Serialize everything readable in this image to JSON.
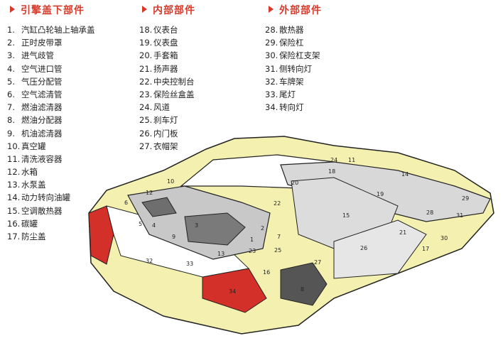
{
  "sections": {
    "engine": {
      "title": "引擎盖下部件",
      "items": [
        {
          "num": "1.",
          "label": "汽缸凸轮轴上轴承盖"
        },
        {
          "num": "2.",
          "label": "正时皮带罩"
        },
        {
          "num": "3.",
          "label": "进气歧管"
        },
        {
          "num": "4.",
          "label": "空气进口管"
        },
        {
          "num": "5.",
          "label": "气压分配管"
        },
        {
          "num": "6.",
          "label": "空气滤清管"
        },
        {
          "num": "7.",
          "label": "燃油滤清器"
        },
        {
          "num": "8.",
          "label": "燃油分配器"
        },
        {
          "num": "9.",
          "label": "机油滤清器"
        },
        {
          "num": "10.",
          "label": "真空罐"
        },
        {
          "num": "11.",
          "label": "清洗液容器"
        },
        {
          "num": "12.",
          "label": "水箱"
        },
        {
          "num": "13.",
          "label": "水泵盖"
        },
        {
          "num": "14.",
          "label": "动力转向油罐"
        },
        {
          "num": "15.",
          "label": "空调散热器"
        },
        {
          "num": "16.",
          "label": "碳罐"
        },
        {
          "num": "17.",
          "label": "防尘盖"
        }
      ]
    },
    "interior": {
      "title": "内部部件",
      "items": [
        {
          "num": "18.",
          "label": "仪表台"
        },
        {
          "num": "19.",
          "label": "仪表盘"
        },
        {
          "num": "20.",
          "label": "手套箱"
        },
        {
          "num": "21.",
          "label": "扬声器"
        },
        {
          "num": "22.",
          "label": "中央控制台"
        },
        {
          "num": "23.",
          "label": "保险丝盒盖"
        },
        {
          "num": "24.",
          "label": "风道"
        },
        {
          "num": "25.",
          "label": "刹车灯"
        },
        {
          "num": "26.",
          "label": "内门板"
        },
        {
          "num": "27.",
          "label": "衣帽架"
        }
      ]
    },
    "exterior": {
      "title": "外部部件",
      "items": [
        {
          "num": "28.",
          "label": "散热器"
        },
        {
          "num": "29.",
          "label": "保险杠"
        },
        {
          "num": "30.",
          "label": "保险杠支架"
        },
        {
          "num": "31.",
          "label": "侧转向灯"
        },
        {
          "num": "32.",
          "label": "车牌架"
        },
        {
          "num": "33.",
          "label": "尾灯"
        },
        {
          "num": "34.",
          "label": "转向灯"
        }
      ]
    }
  },
  "callouts": [
    "24",
    "11",
    "18",
    "14",
    "10",
    "12",
    "20",
    "6",
    "22",
    "19",
    "29",
    "5",
    "15",
    "28",
    "31",
    "4",
    "9",
    "3",
    "2",
    "1",
    "7",
    "30",
    "21",
    "17",
    "26",
    "13",
    "23",
    "25",
    "16",
    "27",
    "32",
    "33",
    "8",
    "34"
  ],
  "colors": {
    "accent": "#d63a2b",
    "body_fill": "#f4f1b0",
    "light_fill": "#d4302a",
    "part_fill": "#c8c8c8",
    "outline": "#222222"
  }
}
